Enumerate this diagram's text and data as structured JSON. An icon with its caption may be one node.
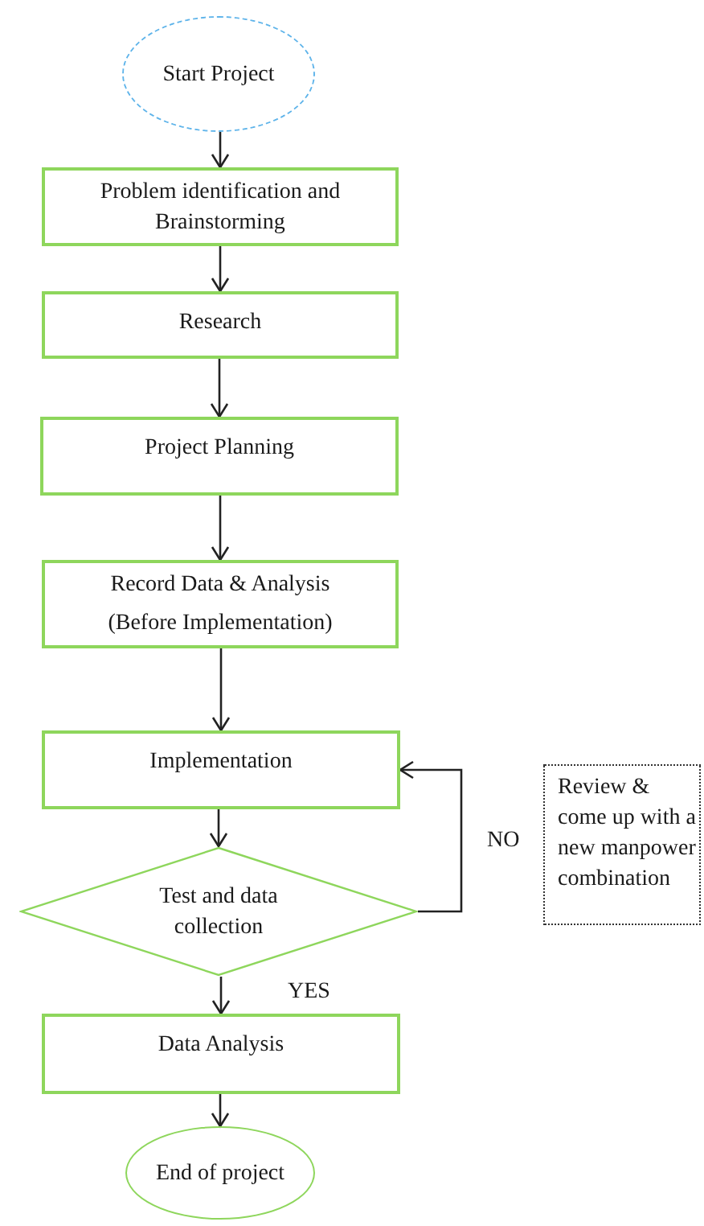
{
  "diagram": {
    "nodes": [
      {
        "text": [
          "Start Project"
        ]
      },
      {
        "text": [
          "Problem identification and Brainstorming"
        ]
      },
      {
        "text": [
          "Research"
        ]
      },
      {
        "text": [
          "Project Planning"
        ]
      },
      {
        "text": [
          "Record Data & Analysis",
          "(Before Implementation)"
        ]
      },
      {
        "text": [
          "Implementation"
        ]
      },
      {
        "text": [
          "Test and data collection"
        ]
      },
      {
        "text": [
          "Data Analysis"
        ]
      },
      {
        "text": [
          "End of project"
        ]
      },
      {
        "text": [
          "Review & come up with a new manpower combination"
        ]
      }
    ],
    "edges": [
      {
        "from": 0,
        "to": 1,
        "arrow": "to"
      },
      {
        "from": 1,
        "to": 2,
        "arrow": "to"
      },
      {
        "from": 2,
        "to": 3,
        "arrow": "to"
      },
      {
        "from": 3,
        "to": 4,
        "arrow": "to"
      },
      {
        "from": 4,
        "to": 5,
        "arrow": "to"
      },
      {
        "from": 5,
        "to": 6,
        "arrow": "to"
      },
      {
        "from": 6,
        "to": 5,
        "arrow": "to",
        "label": "NO"
      },
      {
        "from": 6,
        "to": 7,
        "arrow": "to",
        "label": "YES"
      },
      {
        "from": 7,
        "to": 8,
        "arrow": "to"
      }
    ]
  }
}
